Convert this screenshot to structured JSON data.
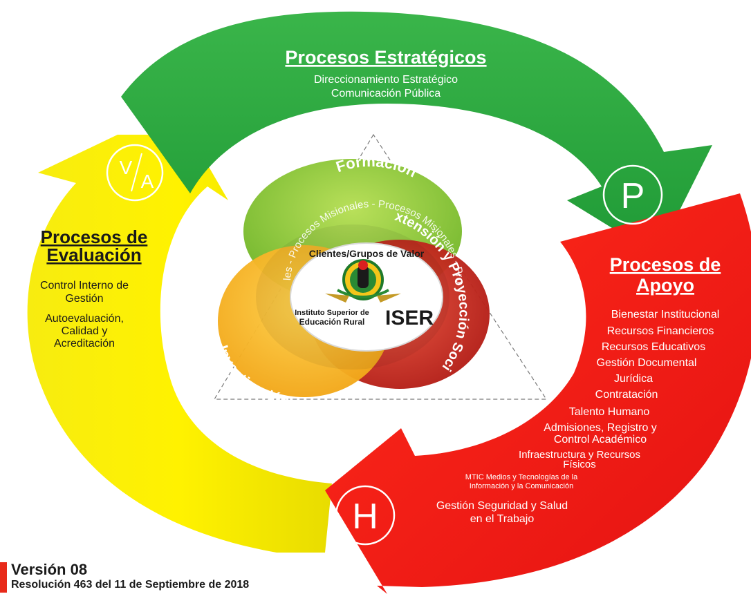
{
  "estrategicos": {
    "title": "Procesos Estratégicos",
    "items": [
      "Direccionamiento Estratégico",
      "Comunicación Pública"
    ],
    "badge": "P"
  },
  "apoyo": {
    "title_line1": "Procesos de",
    "title_line2": "Apoyo",
    "items": [
      "Bienestar Institucional",
      "Recursos Financieros",
      "Recursos Educativos",
      "Gestión Documental",
      "Jurídica",
      "Contratación",
      "Talento Humano",
      "Admisiones, Registro y",
      "Control Académico",
      "Infraestructura y Recursos",
      "Físicos",
      "MTIC Medios y Tecnologías de la",
      "Información y la Comunicación",
      "Gestión Seguridad y Salud",
      "en el Trabajo"
    ],
    "badge": "H"
  },
  "evaluacion": {
    "title_line1": "Procesos de",
    "title_line2": "Evaluación",
    "items": [
      "Control Interno de",
      "Gestión",
      "Autoevaluación,",
      "Calidad y",
      "Acreditación"
    ],
    "badge_top": "V",
    "badge_bottom": "A"
  },
  "center": {
    "formacion": "Formación",
    "extension": "Extensión y Proyección Social",
    "investigacion": "Investigación",
    "misionales": "Procesos Misionales - Procesos Misionales - Procesos Misionales - Procesos Misionales",
    "clientes": "Clientes/Grupos de Valor",
    "inst_line1": "Instituto Superior de",
    "inst_line2": "Educación Rural",
    "inst_acronym": "ISER"
  },
  "footer": {
    "version": "Versión 08",
    "resolution": "Resolución 463 del 11 de Septiembre de 2018"
  }
}
